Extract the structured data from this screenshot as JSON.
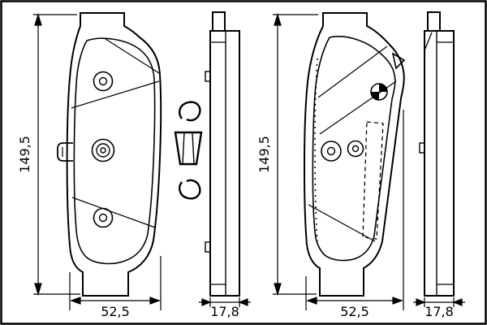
{
  "figure": {
    "colors": {
      "line": "#000000",
      "background": "#ffffff"
    },
    "dimensions": {
      "left_pad_height": "149,5",
      "left_pad_width": "52,5",
      "left_profile_thickness": "17,8",
      "right_pad_height": "149,5",
      "right_pad_width": "52,5",
      "right_profile_thickness": "17,8"
    }
  }
}
